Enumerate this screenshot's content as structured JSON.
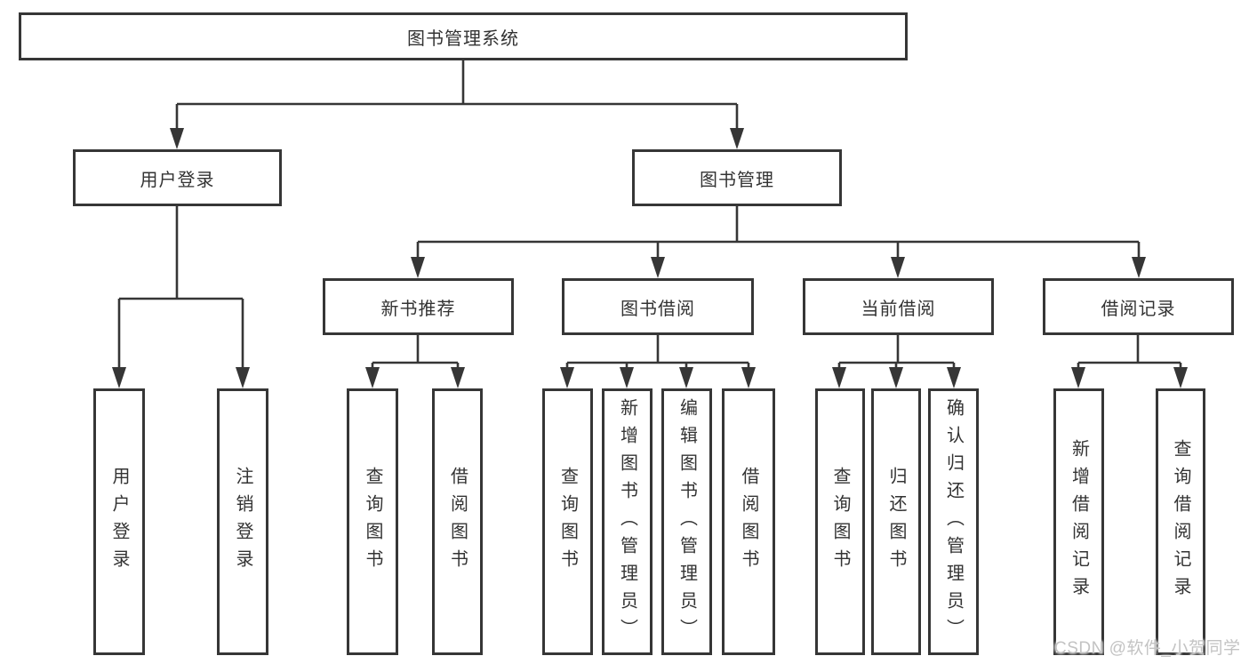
{
  "diagram": {
    "root": {
      "label": "图书管理系统"
    },
    "level2": [
      {
        "label": "用户登录"
      },
      {
        "label": "图书管理"
      }
    ],
    "level3": [
      {
        "label": "新书推荐"
      },
      {
        "label": "图书借阅"
      },
      {
        "label": "当前借阅"
      },
      {
        "label": "借阅记录"
      }
    ],
    "leaves": [
      {
        "label": "用户登录"
      },
      {
        "label": "注销登录"
      },
      {
        "label": "查询图书"
      },
      {
        "label": "借阅图书"
      },
      {
        "label": "查询图书"
      },
      {
        "label": "新增图书（管理员）"
      },
      {
        "label": "编辑图书（管理员）"
      },
      {
        "label": "借阅图书"
      },
      {
        "label": "查询图书"
      },
      {
        "label": "归还图书"
      },
      {
        "label": "确认归还（管理员）"
      },
      {
        "label": "新增借阅记录"
      },
      {
        "label": "查询借阅记录"
      }
    ]
  },
  "watermark": {
    "text": "CSDN @软件_小贺同学"
  },
  "colors": {
    "line": "#363636",
    "text": "#333333",
    "watermark": "#c3c3c3",
    "background": "#ffffff"
  }
}
